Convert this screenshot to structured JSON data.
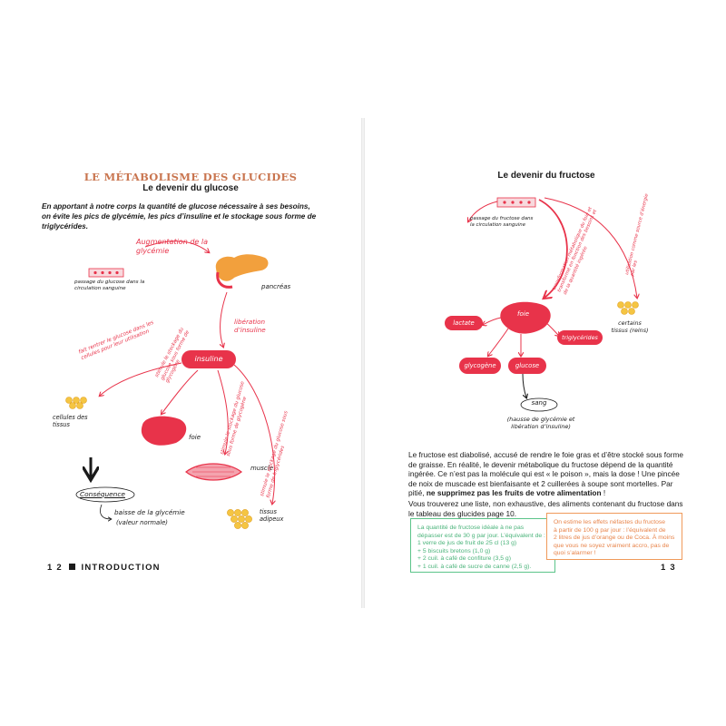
{
  "left_page": {
    "section_title": "LE MÉTABOLISME DES GLUCIDES",
    "subtitle": "Le devenir du glucose",
    "intro": "En apportant à notre corps la quantité de glucose nécessaire à ses besoins, on évite les pics de glycémie, les pics d’insuline et le stockage sous forme de triglycérides.",
    "diagram": {
      "augmentation": "Augmentation de la glycémie",
      "passage": "passage du glucose dans la circulation sanguine",
      "pancreas": "pancréas",
      "liberation": "libération d’insuline",
      "insuline": "insuline",
      "fait_rentrer": "fait rentrer le glucose dans les cellules pour leur utilisation",
      "cellules": "cellules des tissus",
      "stockage_foie": "stimule le stockage du glucose sous forme de glycogène",
      "foie": "foie",
      "stockage_muscle": "stimule le stockage du glucose sous forme de glycogène",
      "muscle": "muscle",
      "stockage_tissus": "stimule le stockage du glucose sous forme de triglycérides",
      "tissus": "tissus adipeux",
      "consequence": "Conséquence",
      "baisse": "baisse de la glycémie",
      "normale": "(valeur normale)"
    },
    "footer_number": "1 2",
    "footer_label": "INTRODUCTION"
  },
  "right_page": {
    "subtitle": "Le devenir du fructose",
    "diagram": {
      "passage": "passage du fructose dans la circulation sanguine",
      "transformation": "transformation métabolique du foie et transformé en fonction des besoins et de la quantité ingérée",
      "utilisation": "utilisation comme source d’énergie par les",
      "certains_tissus": "certains tissus (reins)",
      "foie": "foie",
      "lactate": "lactate",
      "triglycerides": "triglycérides",
      "glycogene": "glycogène",
      "glucose": "glucose",
      "sang": "sang",
      "hausse": "(hausse de glycémie et libération d’insuline)"
    },
    "paragraph1_start": "Le fructose est diabolisé, accusé de rendre le foie gras et d’être stocké sous forme de graisse. En réalité, le devenir métabolique du fructose dépend de la quantité ingérée. Ce n’est pas la molécule qui est « le poison », mais la dose ! Une pincée de noix de muscade est bienfaisante et 2 cuillerées à soupe sont mortelles. Par pitié, ",
    "paragraph1_bold": "ne supprimez pas les fruits de votre alimentation",
    "paragraph1_end": " !",
    "paragraph2": "Vous trouverez une liste, non exhaustive, des aliments contenant du fructose dans le tableau des glucides page 10.",
    "green_box": [
      "La quantité de fructose idéale à ne pas",
      "dépasser est de 30 g par jour. L’équivalent de :",
      "1 verre de jus de fruit de 25 cl (13 g)",
      "+ 5 biscuits bretons (1,0 g)",
      "+ 2 cuil. à café de confiture (3,5 g)",
      "+ 1 cuil. à café de sucre de canne (2,5 g)."
    ],
    "orange_box": [
      "On estime les effets néfastes du fructose",
      "à partir de 100 g par jour : l’équivalent de",
      "2 litres de jus d’orange ou de Coca. À moins",
      "que vous ne soyez vraiment accro, pas de",
      "quoi s’alarmer !"
    ],
    "footer_number": "1 3"
  },
  "colors": {
    "accent_red": "#e8334a",
    "title_brown": "#c9754f",
    "pancreas_orange": "#f2a03d",
    "fat_yellow": "#f5c542",
    "green_box": "#5cc48a",
    "orange_box": "#f09a5a"
  }
}
